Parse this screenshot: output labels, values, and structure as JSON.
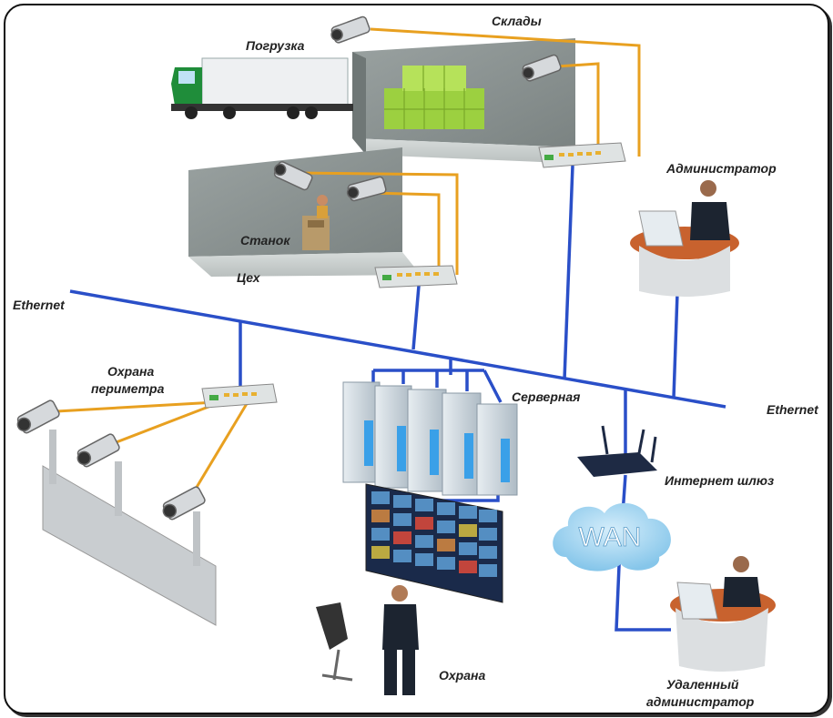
{
  "labels": {
    "sklady": "Склады",
    "pogruzka": "Погрузка",
    "administrator": "Администратор",
    "stanok": "Станок",
    "tseh": "Цех",
    "ethernet_left": "Ethernet",
    "ethernet_right": "Ethernet",
    "okhrana_perimetra_1": "Охрана",
    "okhrana_perimetra_2": "периметра",
    "servernaya": "Серверная",
    "internet_shlyuz": "Интернет шлюз",
    "wan": "WAN",
    "okhrana": "Охрана",
    "udalenny_1": "Удаленный",
    "udalenny_2": "администратор"
  },
  "colors": {
    "ethernet": "#2a4fc8",
    "camera_cable": "#e8a020",
    "room_wall": "#8f9796",
    "boxes": "#a8d84a",
    "server": "#c9d4dc",
    "server_led": "#3aa0e8",
    "wan_cloud": "#9fd4f0"
  }
}
